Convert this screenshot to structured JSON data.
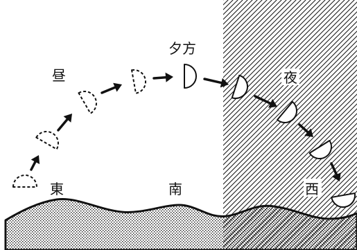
{
  "labels": {
    "daytime": "昼",
    "evening": "夕方",
    "night": "夜",
    "east": "東",
    "south": "南",
    "west": "西"
  },
  "icons": {
    "moon": "half-moon-icon",
    "arrow": "arrow-right-icon"
  },
  "colors": {
    "ink": "#111111",
    "paper": "#ffffff"
  }
}
